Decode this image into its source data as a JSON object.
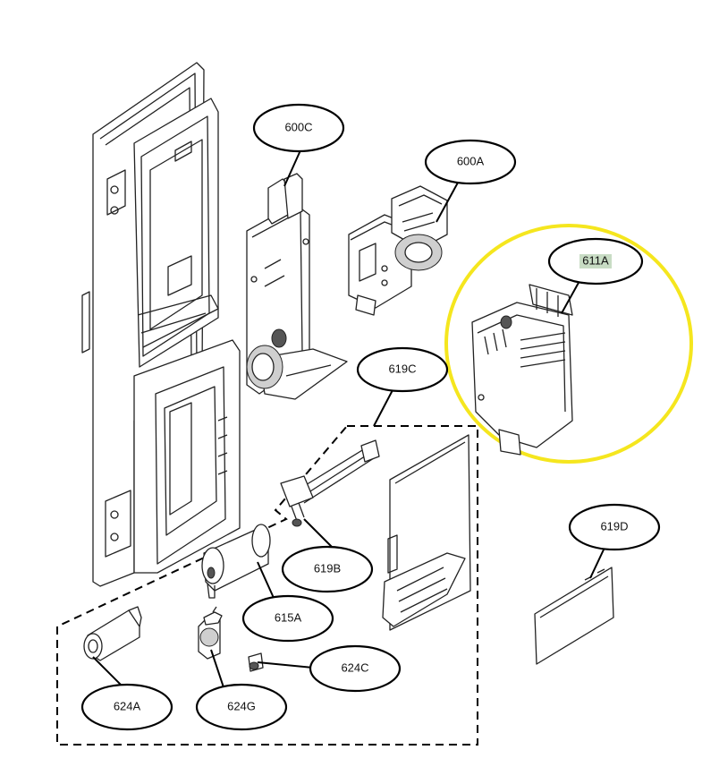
{
  "diagram": {
    "highlight_color": "#f5e61e",
    "highlight_label_bg": "#c8dcc4",
    "parts": [
      {
        "id": "600C",
        "label": "600C"
      },
      {
        "id": "600A",
        "label": "600A"
      },
      {
        "id": "611A",
        "label": "611A",
        "highlighted": true
      },
      {
        "id": "619C",
        "label": "619C"
      },
      {
        "id": "619D",
        "label": "619D"
      },
      {
        "id": "619B",
        "label": "619B"
      },
      {
        "id": "615A",
        "label": "615A"
      },
      {
        "id": "624C",
        "label": "624C"
      },
      {
        "id": "624A",
        "label": "624A"
      },
      {
        "id": "624G",
        "label": "624G"
      }
    ]
  }
}
